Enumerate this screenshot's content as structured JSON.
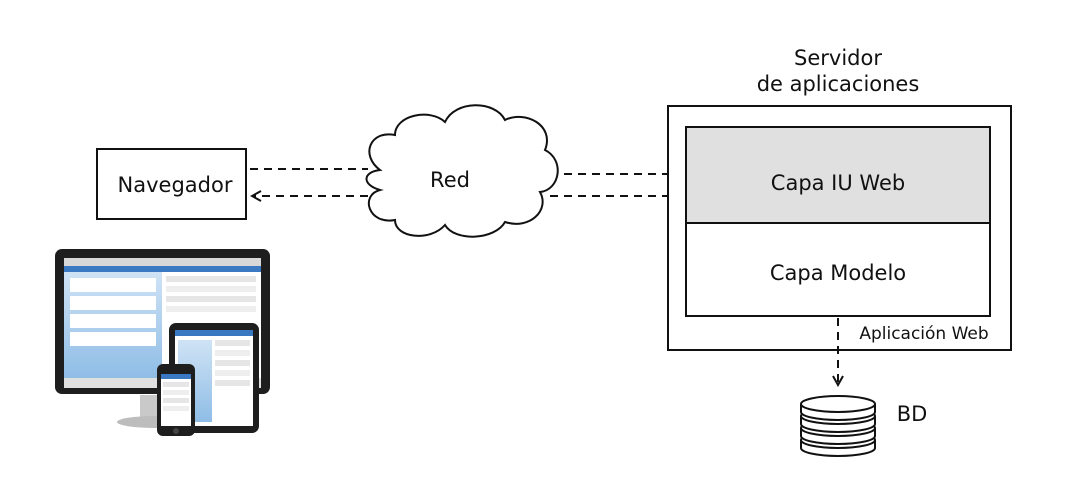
{
  "browser": {
    "label": "Navegador"
  },
  "network": {
    "label": "Red"
  },
  "server": {
    "title_line1": "Servidor",
    "title_line2": "de aplicaciones",
    "layer_ui": "Capa IU Web",
    "layer_model": "Capa Modelo",
    "app_label": "Aplicación Web"
  },
  "database": {
    "label": "BD"
  },
  "devices": {
    "icon": "multi-device-web-app-icon"
  }
}
